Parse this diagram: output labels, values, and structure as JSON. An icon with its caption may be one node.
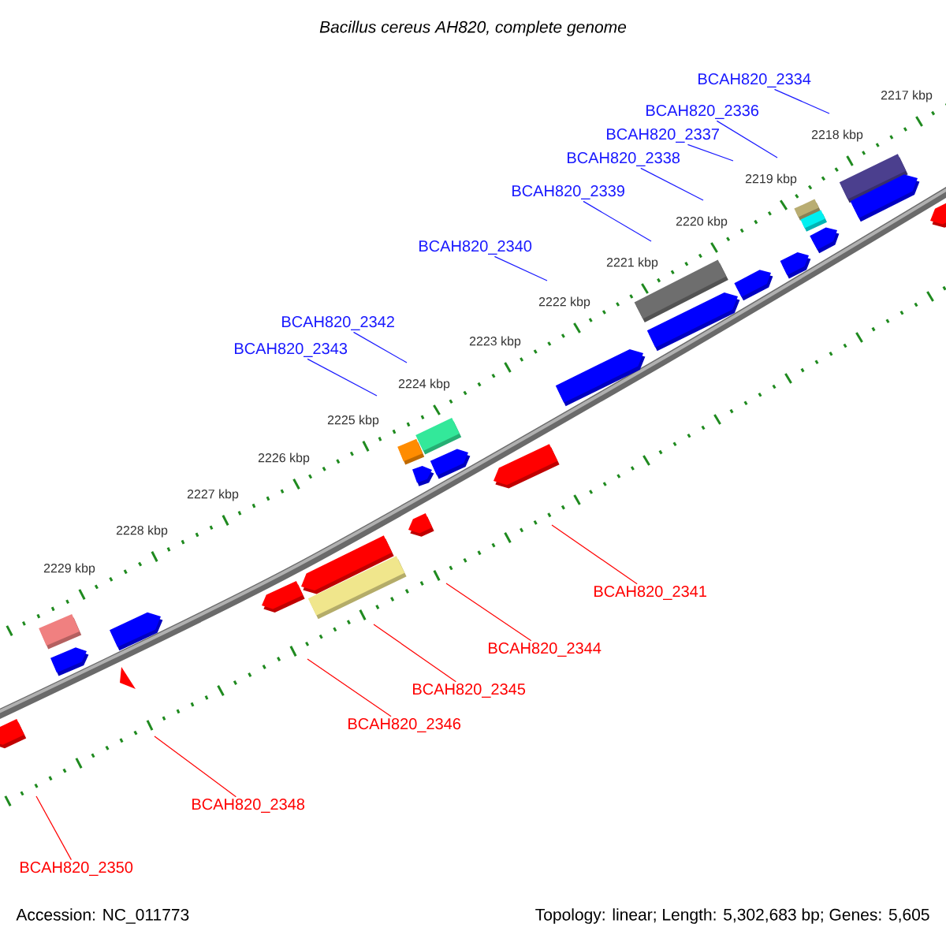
{
  "diagram": {
    "title": "Bacillus cereus AH820, complete genome",
    "nodes": [
      {
        "text": [
          "BCAH820_2334"
        ]
      },
      {
        "text": [
          "BCAH820_2336"
        ]
      },
      {
        "text": [
          "BCAH820_2337"
        ]
      },
      {
        "text": [
          "BCAH820_2338"
        ]
      },
      {
        "text": [
          "BCAH820_2339"
        ]
      },
      {
        "text": [
          "BCAH820_2340"
        ]
      },
      {
        "text": [
          "BCAH820_2342"
        ]
      },
      {
        "text": [
          "BCAH820_2343"
        ]
      },
      {
        "text": [
          "BCAH820_2341"
        ]
      },
      {
        "text": [
          "BCAH820_2344"
        ]
      },
      {
        "text": [
          "BCAH820_2345"
        ]
      },
      {
        "text": [
          "BCAH820_2346"
        ]
      },
      {
        "text": [
          "BCAH820_2348"
        ]
      },
      {
        "text": [
          "BCAH820_2350"
        ]
      }
    ],
    "edges": [
      {
        "from": 0,
        "to": null,
        "arrow": "none"
      },
      {
        "from": 1,
        "to": null,
        "arrow": "none"
      },
      {
        "from": 2,
        "to": null,
        "arrow": "none"
      },
      {
        "from": 3,
        "to": null,
        "arrow": "none"
      },
      {
        "from": 4,
        "to": null,
        "arrow": "none"
      },
      {
        "from": 5,
        "to": null,
        "arrow": "none"
      },
      {
        "from": 6,
        "to": null,
        "arrow": "none"
      },
      {
        "from": 7,
        "to": null,
        "arrow": "none"
      },
      {
        "from": 8,
        "to": null,
        "arrow": "none",
        "color": "#ff0000"
      },
      {
        "from": 9,
        "to": null,
        "arrow": "none",
        "color": "#ff0000"
      },
      {
        "from": 10,
        "to": null,
        "arrow": "none",
        "color": "#ff0000"
      },
      {
        "from": 11,
        "to": null,
        "arrow": "none",
        "color": "#ff0000"
      },
      {
        "from": 12,
        "to": null,
        "arrow": "none",
        "color": "#ff0000"
      },
      {
        "from": 13,
        "to": null,
        "arrow": "none",
        "color": "#ff0000"
      }
    ],
    "labels": [
      "2217 kbp",
      "2218 kbp",
      "2219 kbp",
      "2220 kbp",
      "2221 kbp",
      "2222 kbp",
      "2223 kbp",
      "2224 kbp",
      "2225 kbp",
      "2226 kbp",
      "2227 kbp",
      "2228 kbp",
      "2229 kbp",
      "Accession: NC_011773",
      "Topology: linear; Length: 5,302,683 bp; Genes: 5,605"
    ]
  }
}
